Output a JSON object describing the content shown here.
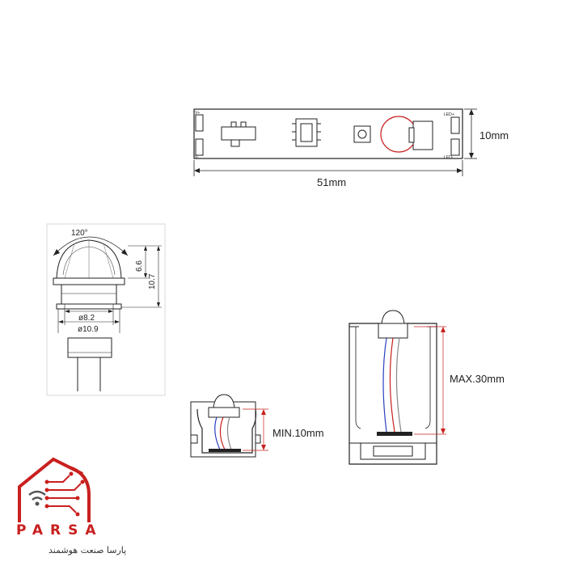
{
  "pcb": {
    "width_label": "51mm",
    "height_label": "10mm",
    "left_marks": [
      "V+",
      "V-"
    ],
    "right_marks": [
      "LED+",
      "LED-"
    ]
  },
  "sensor": {
    "angle": "120°",
    "dim_66": "6.6",
    "dim_107": "10.7",
    "dia_82": "ø8.2",
    "dia_109": "ø10.9"
  },
  "profile_small": {
    "label": "MIN.10mm"
  },
  "profile_large": {
    "label": "MAX.30mm"
  },
  "brand": {
    "name": "PARSA",
    "tagline": "پارسا صنعت هوشمند",
    "accent": "#c8201f"
  }
}
